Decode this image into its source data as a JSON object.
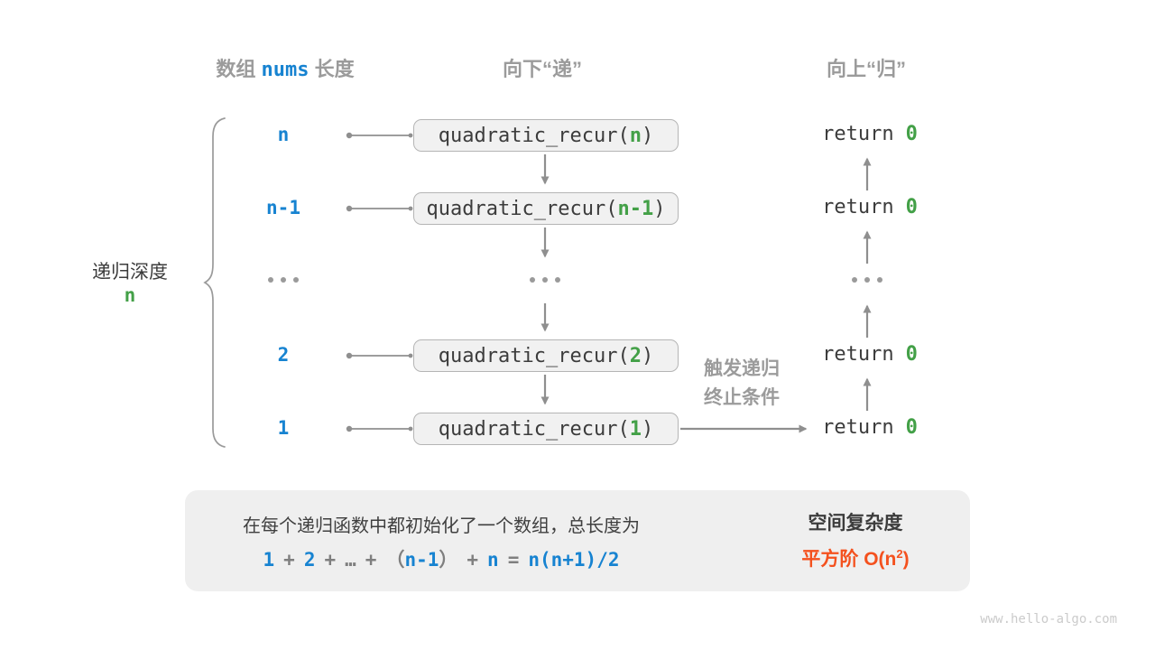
{
  "headers": {
    "array_prefix": "数组",
    "array_code": "nums",
    "array_suffix": "长度",
    "descend": "向下“递”",
    "ascend": "向上“归”"
  },
  "depth_brace": {
    "label": "递归深度",
    "value": "n"
  },
  "code": {
    "fn_prefix": "quadratic_recur(",
    "fn_suffix": ")",
    "return_kw": "return",
    "return_val": "0"
  },
  "rows": [
    {
      "label": "n",
      "param": "n"
    },
    {
      "label": "n-1",
      "param": "n-1"
    },
    {
      "label": "2",
      "param": "2"
    },
    {
      "label": "1",
      "param": "1"
    }
  ],
  "trigger": {
    "line1": "触发递归",
    "line2": "终止条件"
  },
  "bottom_panel": {
    "description": "在每个递归函数中都初始化了一个数组，总长度为",
    "formula": [
      "1",
      "+",
      "2",
      "+",
      "…",
      "+",
      "（",
      "n-1",
      "）",
      "+",
      "n",
      "=",
      "n(n+1)/2"
    ],
    "space_title": "空间复杂度",
    "complexity_prefix": "平方阶 O(n",
    "complexity_sup": "2",
    "complexity_suffix": ")"
  },
  "watermark": "www.hello-algo.com",
  "colors": {
    "blue": "#1783d1",
    "green": "#43a047",
    "orange": "#f4511e",
    "gray": "#9b9b9b"
  }
}
